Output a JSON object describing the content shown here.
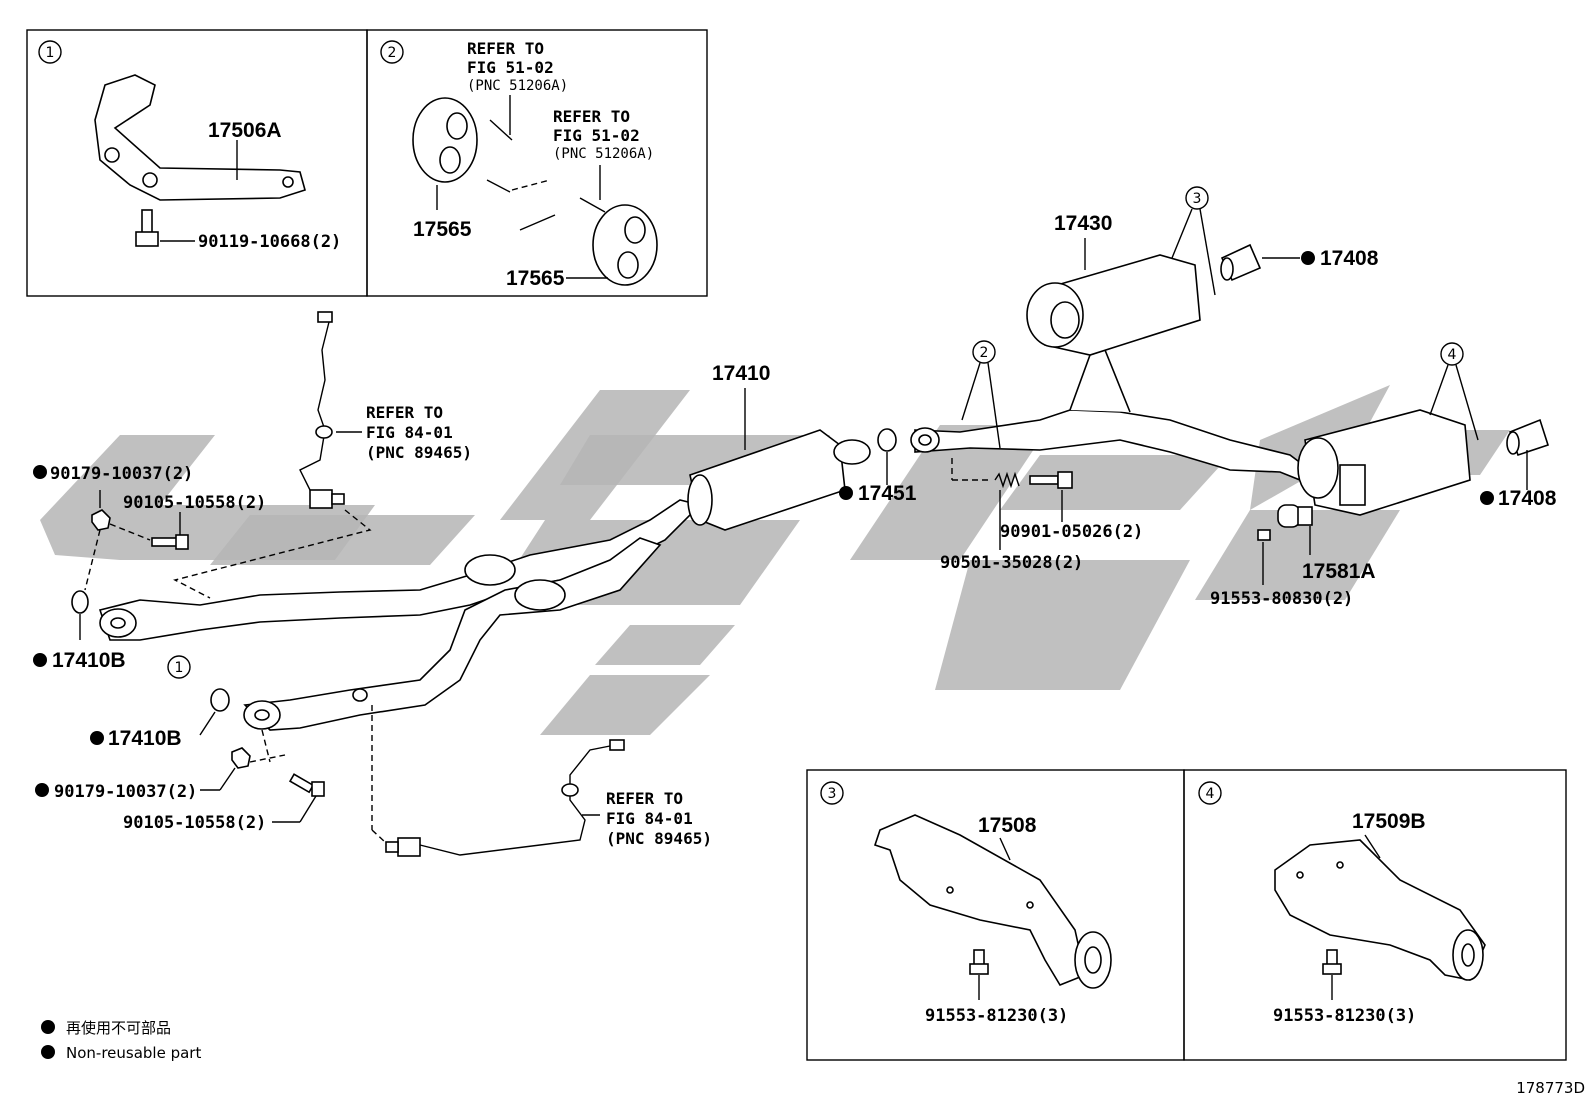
{
  "diagram_id": "178773D",
  "legend": {
    "japanese": "再使用不可部品",
    "english": "Non-reusable part"
  },
  "insets": {
    "inset1": {
      "circle": "1",
      "parts": {
        "bracket": "17506A",
        "bolt": "90119-10668(2)"
      }
    },
    "inset2": {
      "circle": "2",
      "refer_a": [
        "REFER TO",
        "FIG 51-02",
        "(PNC 51206A)"
      ],
      "refer_b": [
        "REFER TO",
        "FIG 51-02",
        "(PNC 51206A)"
      ],
      "hanger_a": "17565",
      "hanger_b": "17565"
    },
    "inset3": {
      "circle": "3",
      "bracket": "17508",
      "bolt": "91553-81230(3)"
    },
    "inset4": {
      "circle": "4",
      "bracket": "17509B",
      "bolt": "91553-81230(3)"
    }
  },
  "main": {
    "circle1": "1",
    "circle2": "2",
    "circle3": "3",
    "circle4": "4",
    "front_pipe": "17410",
    "center_muffler": "17430",
    "tail_left": "17408",
    "tail_right": "17408",
    "gasket_mid": "17451",
    "gasket_left_top": "17410B",
    "gasket_left_bot": "17410B",
    "nut_top": "90179-10037(2)",
    "nut_bot": "90179-10037(2)",
    "bolt_top": "90105-10558(2)",
    "bolt_bot": "90105-10558(2)",
    "spring_bolt": "90901-05026(2)",
    "spring": "90501-35028(2)",
    "clamp": "17581A",
    "clamp_bolt": "91553-80830(2)",
    "refer_o2_top": [
      "REFER TO",
      "FIG 84-01",
      "(PNC 89465)"
    ],
    "refer_o2_bot": [
      "REFER TO",
      "FIG 84-01",
      "(PNC 89465)"
    ]
  }
}
